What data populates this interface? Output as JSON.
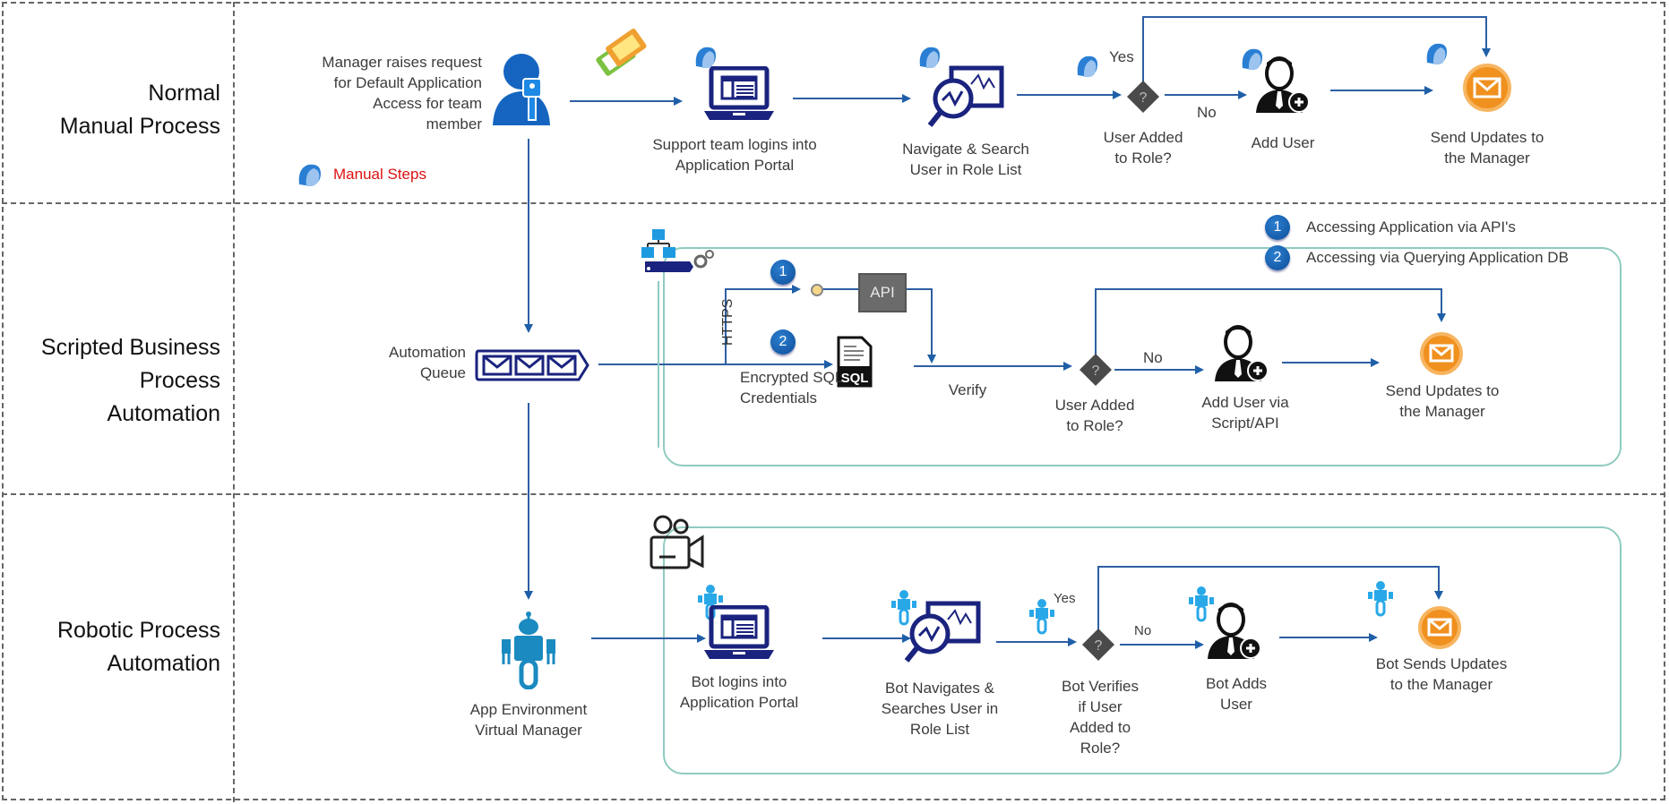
{
  "lanes": [
    {
      "id": "manual",
      "label_line1": "Normal",
      "label_line2": "Manual Process"
    },
    {
      "id": "scripted",
      "label_line1": "Scripted Business",
      "label_line2": "Process",
      "label_line3": "Automation"
    },
    {
      "id": "rpa",
      "label_line1": "Robotic Process",
      "label_line2": "Automation"
    }
  ],
  "manual": {
    "start_line1": "Manager raises request",
    "start_line2": "for Default Application",
    "start_line3": "Access for team",
    "start_line4": "member",
    "legend": "Manual Steps",
    "step1_line1": "Support team logins into",
    "step1_line2": "Application Portal",
    "step2_line1": "Navigate & Search",
    "step2_line2": "User in Role List",
    "decision_line1": "User Added",
    "decision_line2": "to Role?",
    "yes": "Yes",
    "no": "No",
    "step3": "Add User",
    "step4_line1": "Send Updates to",
    "step4_line2": "the Manager"
  },
  "scripted": {
    "queue_line1": "Automation",
    "queue_line2": "Queue",
    "legend1_num": "1",
    "legend1": "Accessing Application via API's",
    "legend2_num": "2",
    "legend2": "Accessing via Querying Application DB",
    "https": "HTTPS",
    "badge1": "1",
    "badge2": "2",
    "api": "API",
    "sql": "SQL",
    "sql_line1": "Encrypted SQL",
    "sql_line2": "Credentials",
    "verify": "Verify",
    "decision_line1": "User Added",
    "decision_line2": "to Role?",
    "no": "No",
    "step_add_line1": "Add User via",
    "step_add_line2": "Script/API",
    "step_send_line1": "Send Updates to",
    "step_send_line2": "the Manager"
  },
  "rpa": {
    "start_line1": "App Environment",
    "start_line2": "Virtual Manager",
    "step1_line1": "Bot logins into",
    "step1_line2": "Application Portal",
    "step2_line1": "Bot Navigates &",
    "step2_line2": "Searches User in",
    "step2_line3": "Role List",
    "decision_line1": "Bot Verifies",
    "decision_line2": "if User",
    "decision_line3": "Added to",
    "decision_line4": "Role?",
    "yes": "Yes",
    "no": "No",
    "step3_line1": "Bot Adds",
    "step3_line2": "User",
    "step4_line1": "Bot Sends Updates",
    "step4_line2": "to the Manager"
  },
  "colors": {
    "arrow": "#2e5fa3",
    "navy": "#1a237e",
    "teal_box": "#8fcbc0",
    "orange": "#f0901e",
    "bot": "#1a8ac0",
    "red": "#dd1111"
  }
}
